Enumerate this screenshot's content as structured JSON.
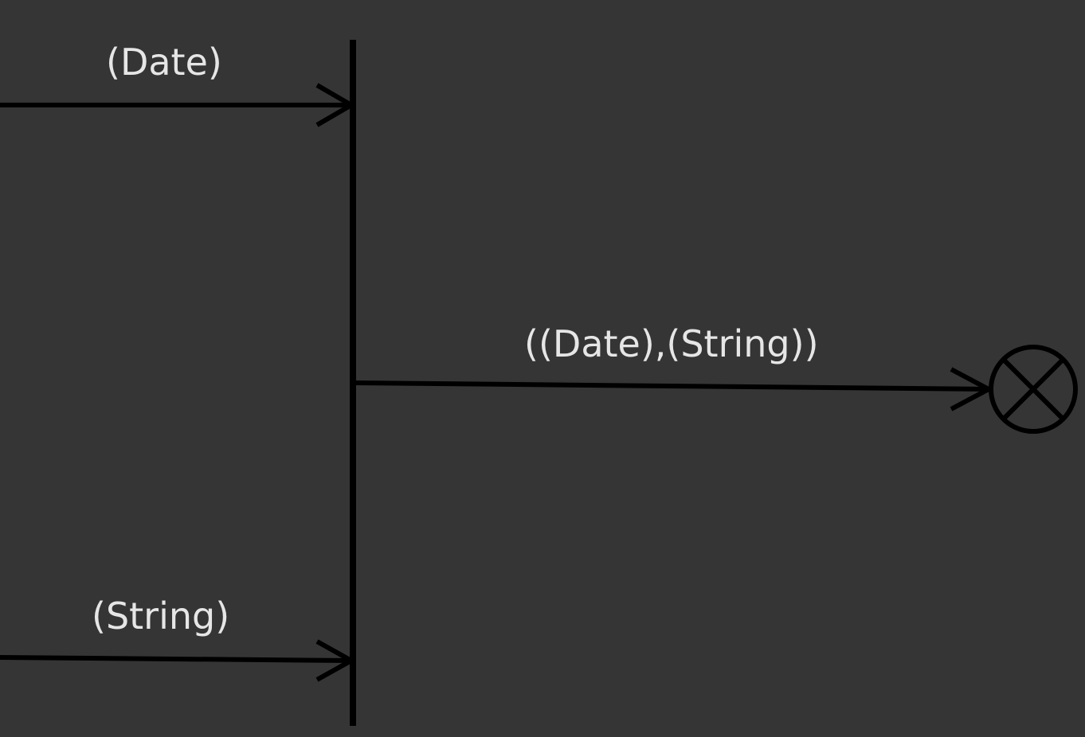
{
  "edges": {
    "input_top_label": "(Date)",
    "input_bottom_label": "(String)",
    "output_label": "((Date),(String))"
  },
  "nodes": {
    "join_bar": "join-bar",
    "terminate": "flow-final-node"
  },
  "colors": {
    "background": "#353535",
    "stroke": "#000000",
    "label": "#e6e6e6"
  }
}
